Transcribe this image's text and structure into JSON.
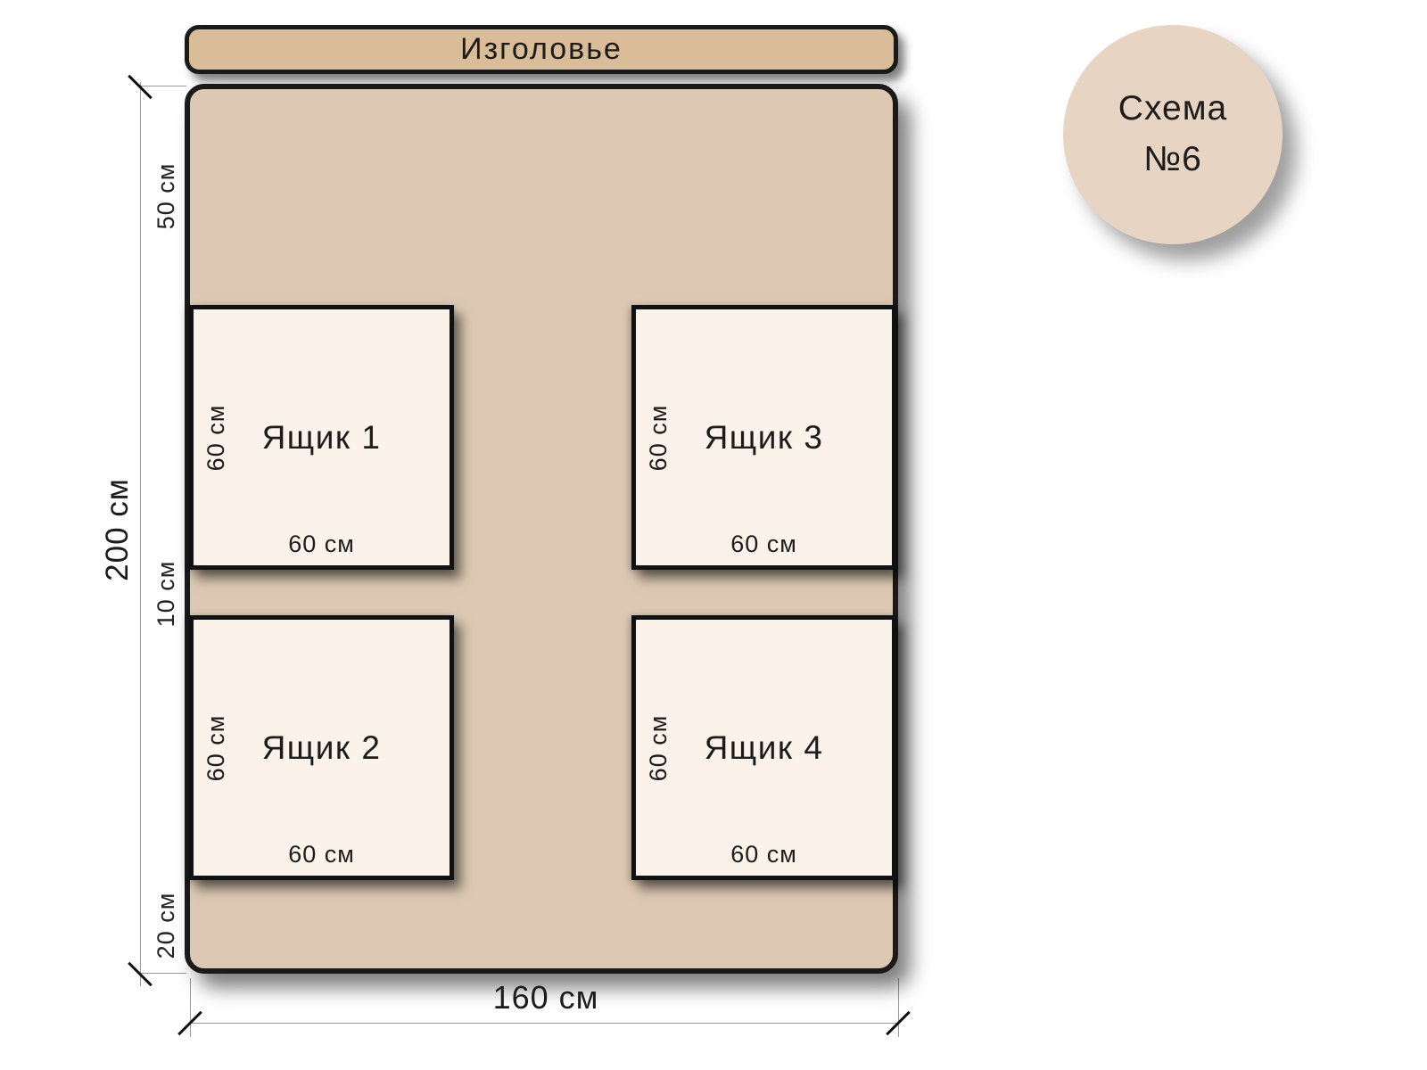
{
  "scheme_badge": {
    "line1": "Схема",
    "line2": "№6"
  },
  "headboard": {
    "label": "Изголовье"
  },
  "bed_dimensions": {
    "total_height": "200 см",
    "total_width": "160 см",
    "top_gap": "50 см",
    "middle_gap": "10 см",
    "bottom_gap": "20 см"
  },
  "drawers": [
    {
      "label": "Ящик 1",
      "height_label": "60 см",
      "width_label": "60 см"
    },
    {
      "label": "Ящик 2",
      "height_label": "60 см",
      "width_label": "60 см"
    },
    {
      "label": "Ящик 3",
      "height_label": "60 см",
      "width_label": "60 см"
    },
    {
      "label": "Ящик 4",
      "height_label": "60 см",
      "width_label": "60 см"
    }
  ],
  "colors": {
    "page_bg": "#ffffff",
    "outline": "#1a1a1a",
    "headboard_fill": "#d9bd98",
    "bed_fill": "#ddc9b3",
    "drawer_fill": "#fbf2ea",
    "badge_fill": "#e7d4c2",
    "dim_line": "#9a9a9a",
    "text": "#1c1c1c"
  }
}
